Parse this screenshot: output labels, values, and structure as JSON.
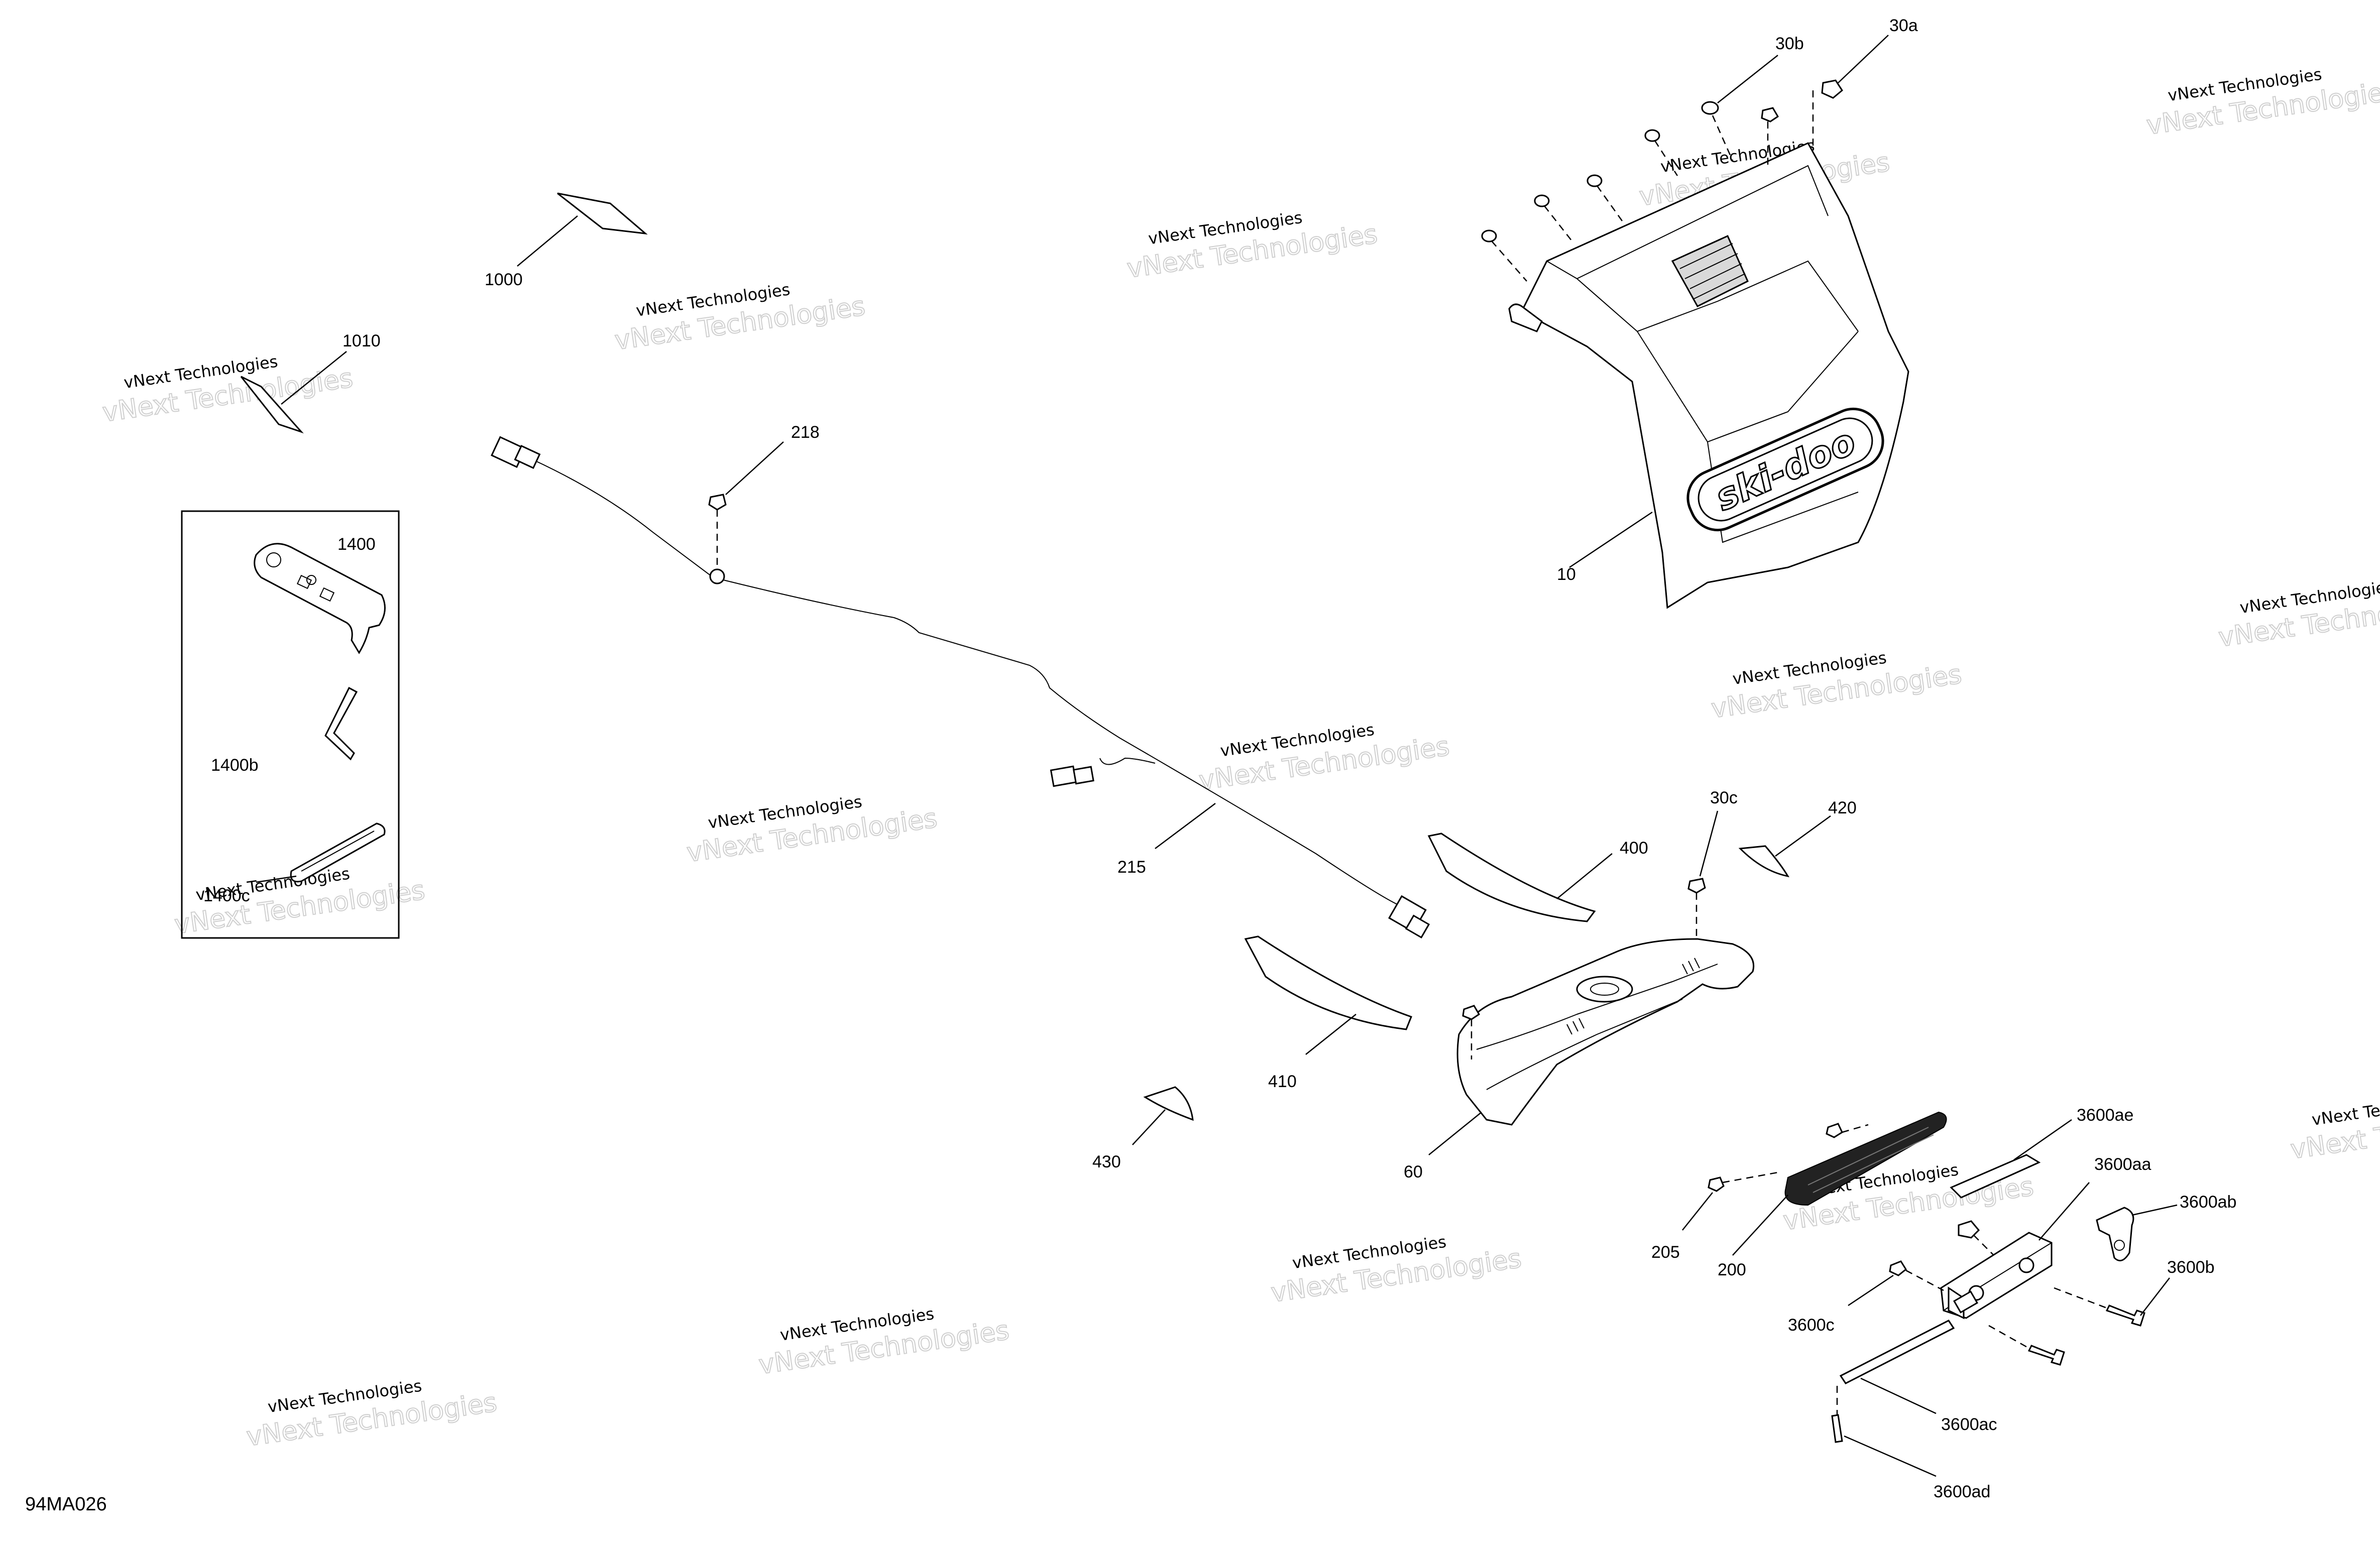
{
  "diagram": {
    "reference_code": "94MA026",
    "watermark": {
      "line1": "vNext Technologies",
      "line2": "vNext Technologies"
    },
    "callouts": {
      "c1000": "1000",
      "c1010": "1010",
      "c1400": "1400",
      "c1400b": "1400b",
      "c1400c": "1400c",
      "c218": "218",
      "c215": "215",
      "c30a": "30a",
      "c30b": "30b",
      "c10": "10",
      "c30c": "30c",
      "c420": "420",
      "c400": "400",
      "c410": "410",
      "c430": "430",
      "c60": "60",
      "c3600ae": "3600ae",
      "c3600aa": "3600aa",
      "c3600ab": "3600ab",
      "c3600b": "3600b",
      "c205": "205",
      "c200": "200",
      "c3600c": "3600c",
      "c3600ac": "3600ac",
      "c3600ad": "3600ad"
    },
    "logo_text": "ski-doo"
  }
}
